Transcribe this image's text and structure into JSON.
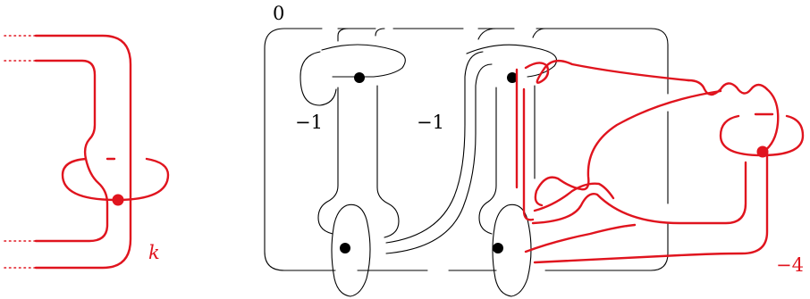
{
  "labels": {
    "framing_top": "0",
    "framing_left_loop": "−1",
    "framing_middle_loop": "−1",
    "framing_red_right": "−4",
    "red_knot_variable": "k"
  },
  "colors": {
    "knot_red": "#e0141e",
    "diagram_black": "#000000",
    "background": "#ffffff"
  }
}
